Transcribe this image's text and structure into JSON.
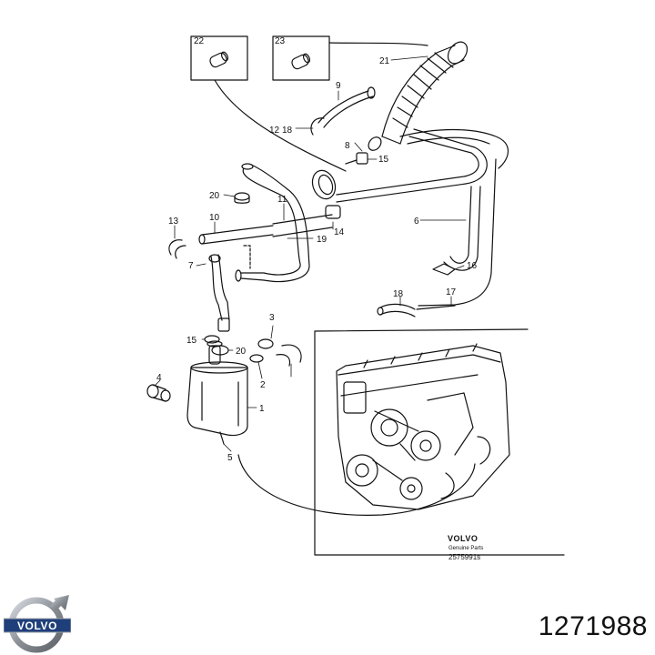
{
  "callouts": {
    "c1": "1",
    "c2": "2",
    "c3": "3",
    "c4": "4",
    "c5": "5",
    "c6": "6",
    "c7": "7",
    "c8": "8",
    "c9": "9",
    "c10": "10",
    "c11": "11",
    "c12": "12",
    "c13": "13",
    "c14": "14",
    "c15a": "15",
    "c15b": "15",
    "c16": "16",
    "c17": "17",
    "c18a": "18",
    "c18b": "18",
    "c19": "19",
    "c20a": "20",
    "c20b": "20",
    "c21": "21",
    "c22": "22",
    "c23": "23"
  },
  "stamp": {
    "brand": "VOLVO",
    "line": "Genuine Parts",
    "number": "2575991s"
  },
  "logo": {
    "text": "VOLVO"
  },
  "part_number": "1271988",
  "colors": {
    "ink": "#111111",
    "logo_blue": "#1f3f7a",
    "logo_silver": "#8a8f96"
  }
}
